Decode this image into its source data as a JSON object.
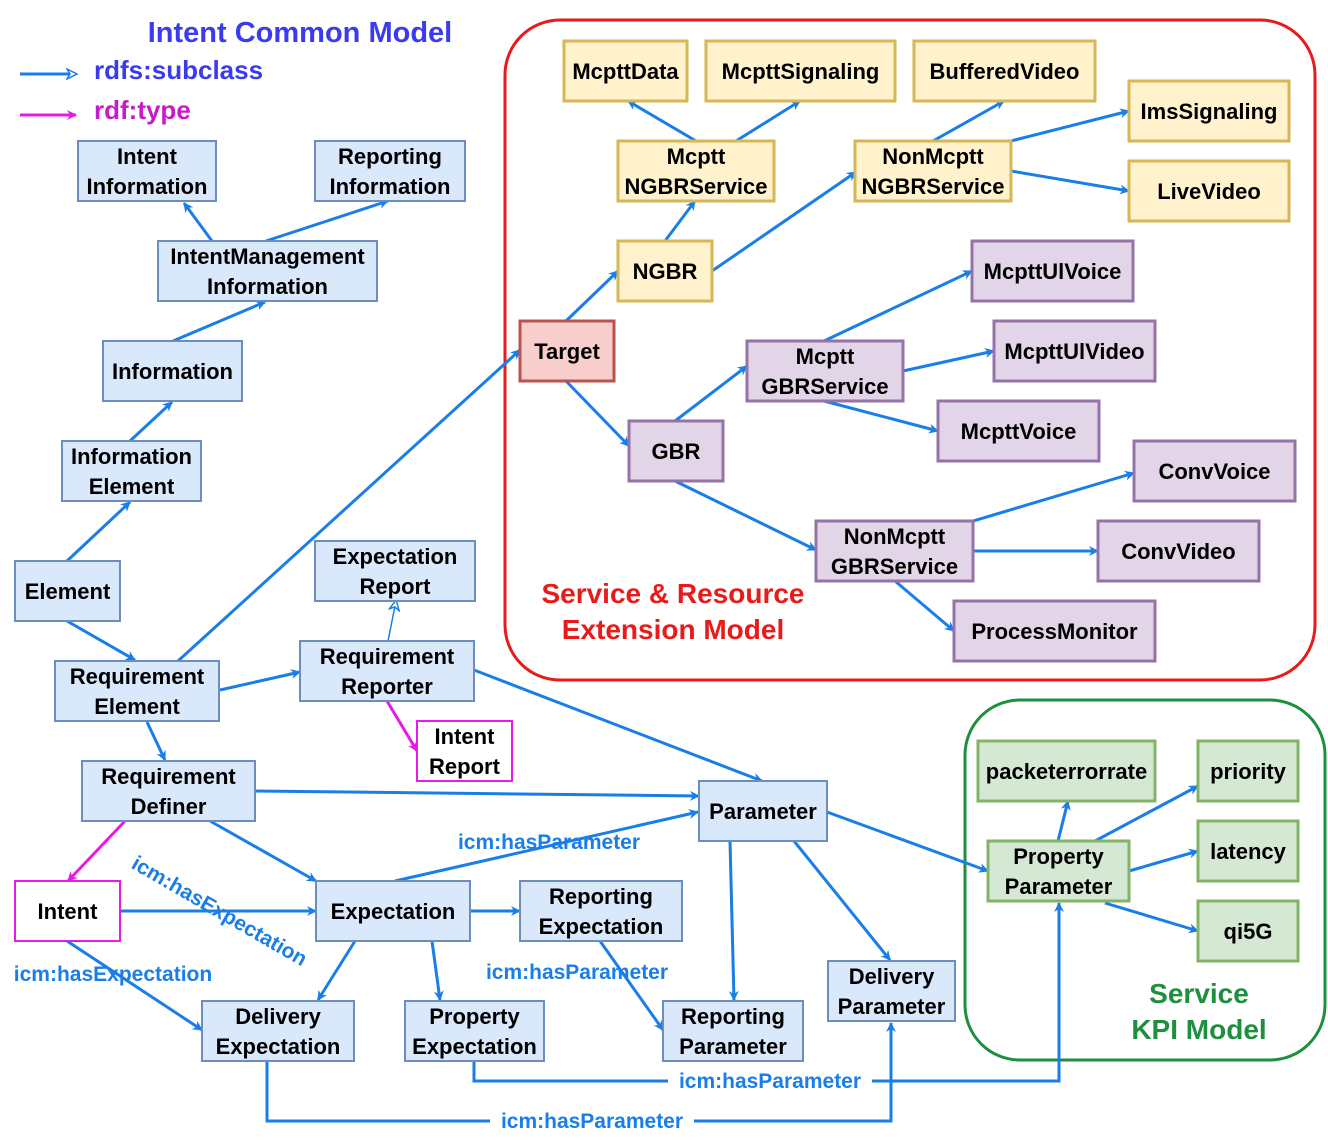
{
  "colors": {
    "blue_arrow": "#1a7ee8",
    "magenta_arrow": "#e81ae8",
    "core_fill": "#dae8fc",
    "core_stroke": "#6c8ebf",
    "instance_stroke": "#e81ae8",
    "yellow_fill": "#fff2cc",
    "yellow_stroke": "#d6b656",
    "purple_fill": "#e1d5e7",
    "purple_stroke": "#9673a6",
    "green_fill": "#d5e8d4",
    "green_stroke": "#82b366",
    "target_fill": "#f8cecc",
    "target_stroke": "#b85450",
    "ext_border": "#e81a1a",
    "kpi_border": "#1e8f3e"
  },
  "legend": {
    "title": "Intent Common Model",
    "subclass": "rdfs:subclass",
    "type": "rdf:type"
  },
  "groups": {
    "extension_model": [
      "Service & Resource",
      "Extension Model"
    ],
    "kpi_model": [
      "Service",
      "KPI Model"
    ]
  },
  "nodes": {
    "intent_information": [
      "Intent",
      "Information"
    ],
    "reporting_information": [
      "Reporting",
      "Information"
    ],
    "intent_management_information": [
      "IntentManagement",
      "Information"
    ],
    "information": [
      "Information"
    ],
    "information_element": [
      "Information",
      "Element"
    ],
    "element": [
      "Element"
    ],
    "requirement_element": [
      "Requirement",
      "Element"
    ],
    "expectation_report": [
      "Expectation",
      "Report"
    ],
    "requirement_reporter": [
      "Requirement",
      "Reporter"
    ],
    "intent_report": [
      "Intent",
      "Report"
    ],
    "requirement_definer": [
      "Requirement",
      "Definer"
    ],
    "intent": [
      "Intent"
    ],
    "expectation": [
      "Expectation"
    ],
    "reporting_expectation": [
      "Reporting",
      "Expectation"
    ],
    "delivery_expectation": [
      "Delivery",
      "Expectation"
    ],
    "property_expectation": [
      "Property",
      "Expectation"
    ],
    "reporting_parameter": [
      "Reporting",
      "Parameter"
    ],
    "delivery_parameter": [
      "Delivery",
      "Parameter"
    ],
    "parameter": [
      "Parameter"
    ],
    "target": [
      "Target"
    ],
    "ngbr": [
      "NGBR"
    ],
    "gbr": [
      "GBR"
    ],
    "mcptt_ngbr_service": [
      "Mcptt",
      "NGBRService"
    ],
    "nonmcptt_ngbr_service": [
      "NonMcptt",
      "NGBRService"
    ],
    "mcptt_data": [
      "McpttData"
    ],
    "mcptt_signaling": [
      "McpttSignaling"
    ],
    "buffered_video": [
      "BufferedVideo"
    ],
    "ims_signaling": [
      "ImsSignaling"
    ],
    "live_video": [
      "LiveVideo"
    ],
    "mcptt_gbr_service": [
      "Mcptt",
      "GBRService"
    ],
    "nonmcptt_gbr_service": [
      "NonMcptt",
      "GBRService"
    ],
    "mcptt_ul_voice": [
      "McpttUlVoice"
    ],
    "mcptt_ul_video": [
      "McpttUlVideo"
    ],
    "mcptt_voice": [
      "McpttVoice"
    ],
    "conv_voice": [
      "ConvVoice"
    ],
    "conv_video": [
      "ConvVideo"
    ],
    "process_monitor": [
      "ProcessMonitor"
    ],
    "packet_error_rate": [
      "packeterrorrate"
    ],
    "priority": [
      "priority"
    ],
    "latency": [
      "latency"
    ],
    "qi5g": [
      "qi5G"
    ],
    "property_parameter": [
      "Property",
      "Parameter"
    ]
  },
  "edge_labels": {
    "has_parameter_top": "icm:hasParameter",
    "has_expectation_diag": "icm:hasExpectation",
    "has_expectation_left": "icm:hasExpectation",
    "has_parameter_mid": "icm:hasParameter",
    "has_parameter_bottom1": "icm:hasParameter",
    "has_parameter_bottom2": "icm:hasParameter"
  }
}
